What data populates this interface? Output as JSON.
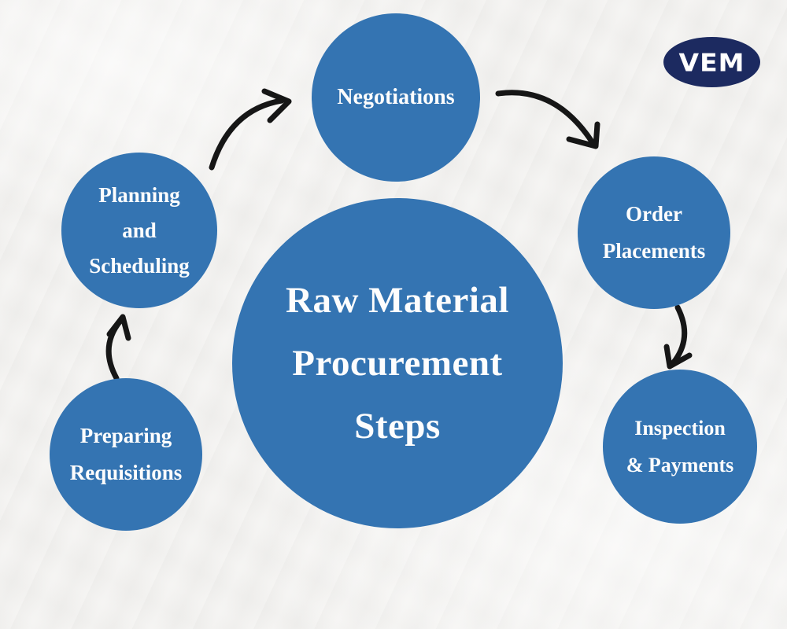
{
  "diagram": {
    "center": {
      "title": "Raw Material\nProcurement\nSteps"
    },
    "steps": [
      {
        "id": "preparing-requisitions",
        "label": "Preparing\nRequisitions"
      },
      {
        "id": "planning-and-scheduling",
        "label": "Planning\nand\nScheduling"
      },
      {
        "id": "negotiations",
        "label": "Negotiations"
      },
      {
        "id": "order-placements",
        "label": "Order\nPlacements"
      },
      {
        "id": "inspection-and-payments",
        "label": "Inspection\n& Payments"
      }
    ],
    "flow_order": [
      "Preparing Requisitions",
      "Planning and Scheduling",
      "Negotiations",
      "Order Placements",
      "Inspection & Payments"
    ]
  },
  "logo": {
    "text": "VEM"
  },
  "colors": {
    "circle_fill": "#3474b2",
    "circle_text": "#fdfdfd",
    "arrow": "#161616",
    "logo_bg": "#1c2a60",
    "logo_text": "#ffffff",
    "background": "#f3f2f0"
  }
}
